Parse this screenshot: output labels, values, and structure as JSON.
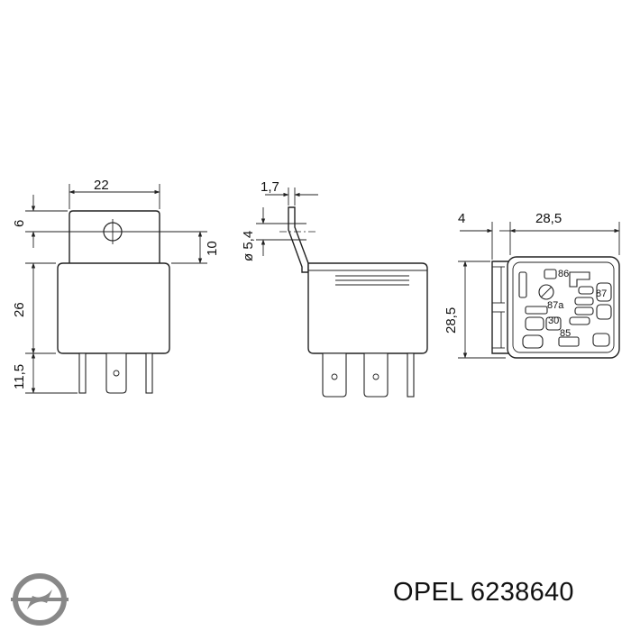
{
  "dimensions": {
    "front_width": "22",
    "front_hole_offset": "6",
    "front_hole_depth": "10",
    "front_body_height": "26",
    "front_pin_length": "11,5",
    "side_thickness": "1,7",
    "side_hole_diameter": "ø 5,4",
    "top_offset": "4",
    "top_width": "28,5",
    "top_height": "28,5"
  },
  "pin_labels": {
    "p86": "86",
    "p87": "87",
    "p87a": "87a",
    "p30": "30",
    "p85": "85"
  },
  "brand": "OPEL",
  "part_number": "6238640",
  "logo_colors": {
    "mark": "#888888"
  }
}
